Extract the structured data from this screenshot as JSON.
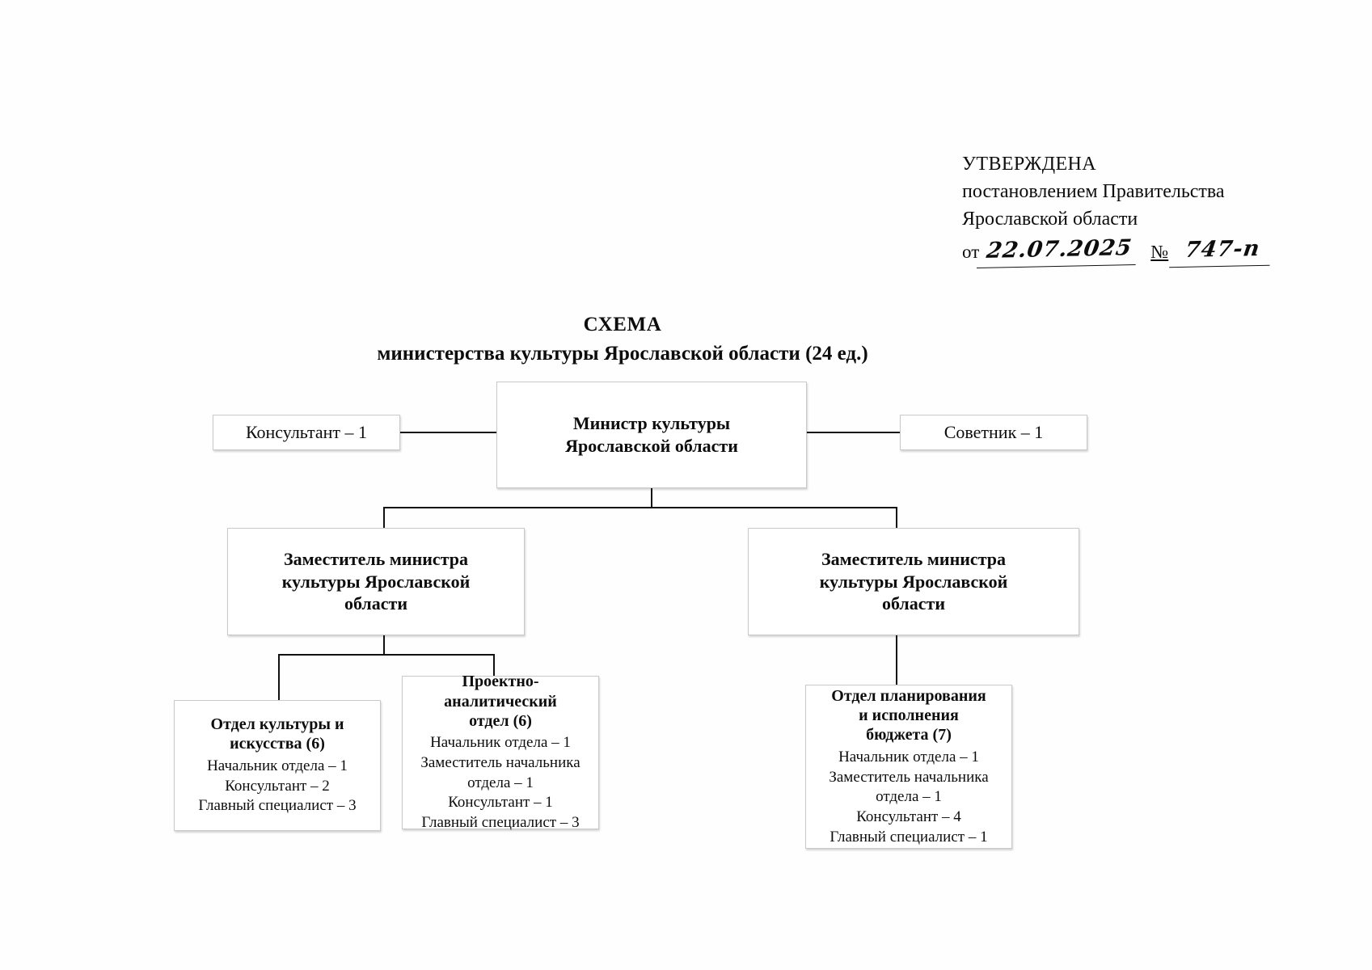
{
  "approval": {
    "line1": "УТВЕРЖДЕНА",
    "line2": "постановлением Правительства",
    "line3": "Ярославской области",
    "date_label": "от",
    "date_value": "22.07.2025",
    "number_label": "№",
    "number_value": "747-п"
  },
  "title": "СХЕМА",
  "subtitle": "министерства культуры Ярославской области (24 ед.)",
  "chart_data": {
    "type": "diagram",
    "total_units": "24 ед.",
    "nodes": {
      "minister": {
        "title_line1": "Министр культуры",
        "title_line2": "Ярославской области"
      },
      "consultant": {
        "label": "Консультант – 1"
      },
      "advisor": {
        "label": "Советник – 1"
      },
      "deputy_left": {
        "title_line1": "Заместитель министра",
        "title_line2": "культуры Ярославской",
        "title_line3": "области"
      },
      "deputy_right": {
        "title_line1": "Заместитель министра",
        "title_line2": "культуры Ярославской",
        "title_line3": "области"
      },
      "dept_culture": {
        "title_line1": "Отдел культуры и",
        "title_line2": "искусства (6)",
        "staff": [
          "Начальник отдела – 1",
          "Консультант – 2",
          "Главный специалист – 3"
        ]
      },
      "dept_project": {
        "title_line1": "Проектно-",
        "title_line2": "аналитический",
        "title_line3": "отдел (6)",
        "staff": [
          "Начальник отдела – 1",
          "Заместитель начальника отдела – 1",
          "Консультант – 1",
          "Главный специалист – 3"
        ]
      },
      "dept_budget": {
        "title_line1": "Отдел планирования",
        "title_line2": "и исполнения",
        "title_line3": "бюджета (7)",
        "staff": [
          "Начальник отдела – 1",
          "Заместитель начальника отдела – 1",
          "Консультант – 4",
          "Главный специалист – 1"
        ]
      }
    },
    "edges": [
      {
        "from": "consultant",
        "to": "minister"
      },
      {
        "from": "advisor",
        "to": "minister"
      },
      {
        "from": "minister",
        "to": "deputy_left"
      },
      {
        "from": "minister",
        "to": "deputy_right"
      },
      {
        "from": "deputy_left",
        "to": "dept_culture"
      },
      {
        "from": "deputy_left",
        "to": "dept_project"
      },
      {
        "from": "deputy_right",
        "to": "dept_budget"
      }
    ]
  }
}
